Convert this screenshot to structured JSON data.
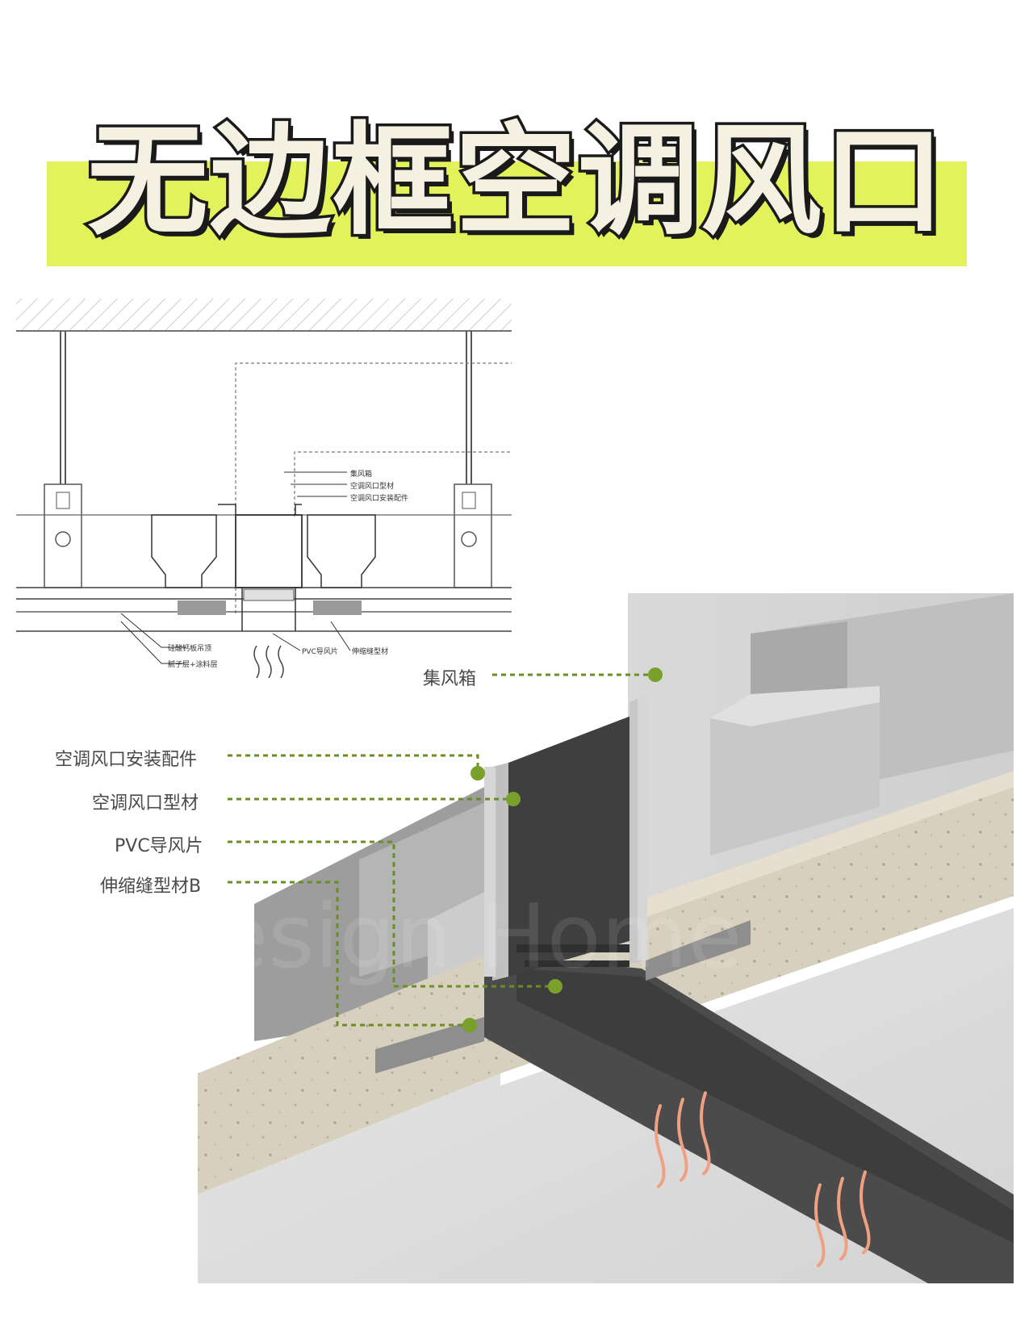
{
  "title": "无边框空调风口",
  "drawing_labels": {
    "plenum": "集风箱",
    "vent_profile": "空调风口型材",
    "vent_fitting": "空调风口安装配件",
    "pvc_guide": "PVC导风片",
    "joint_profile": "伸缩缝型材",
    "left_top": "硅酸钙板吊顶",
    "left_bottom": "腻子层+涂料层"
  },
  "callouts": {
    "plenum": "集风箱",
    "fitting": "空调风口安装配件",
    "profile": "空调风口型材",
    "pvc": "PVC导风片",
    "joint": "伸缩缝型材B"
  },
  "watermark": "Design Home",
  "colors": {
    "accent_band": "#e2f25a",
    "leader_green": "#6b8e23",
    "dot_green": "#7aa02c",
    "airflow": "#f0a080"
  }
}
